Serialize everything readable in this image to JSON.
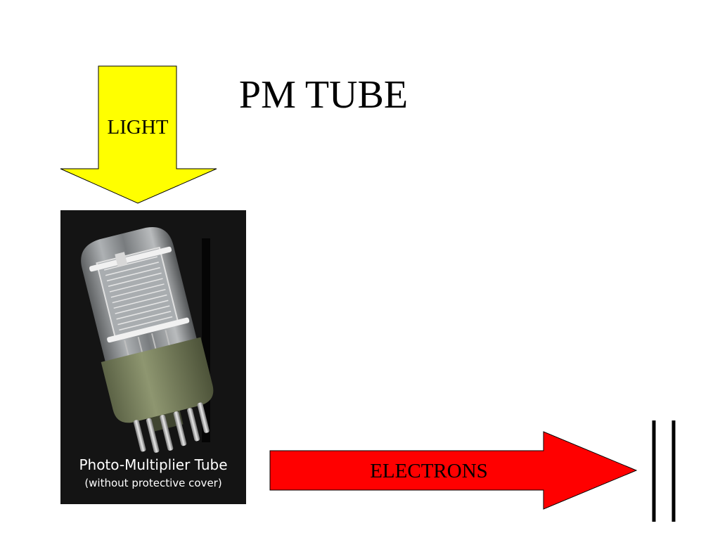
{
  "title": "PM TUBE",
  "light_arrow": {
    "label": "LIGHT",
    "color": "#ffff00"
  },
  "photo": {
    "caption_line1": "Photo-Multiplier Tube",
    "caption_line2": "(without protective cover)",
    "background": "#141414"
  },
  "electron_arrow": {
    "label": "ELECTRONS",
    "color": "#ff0000"
  }
}
